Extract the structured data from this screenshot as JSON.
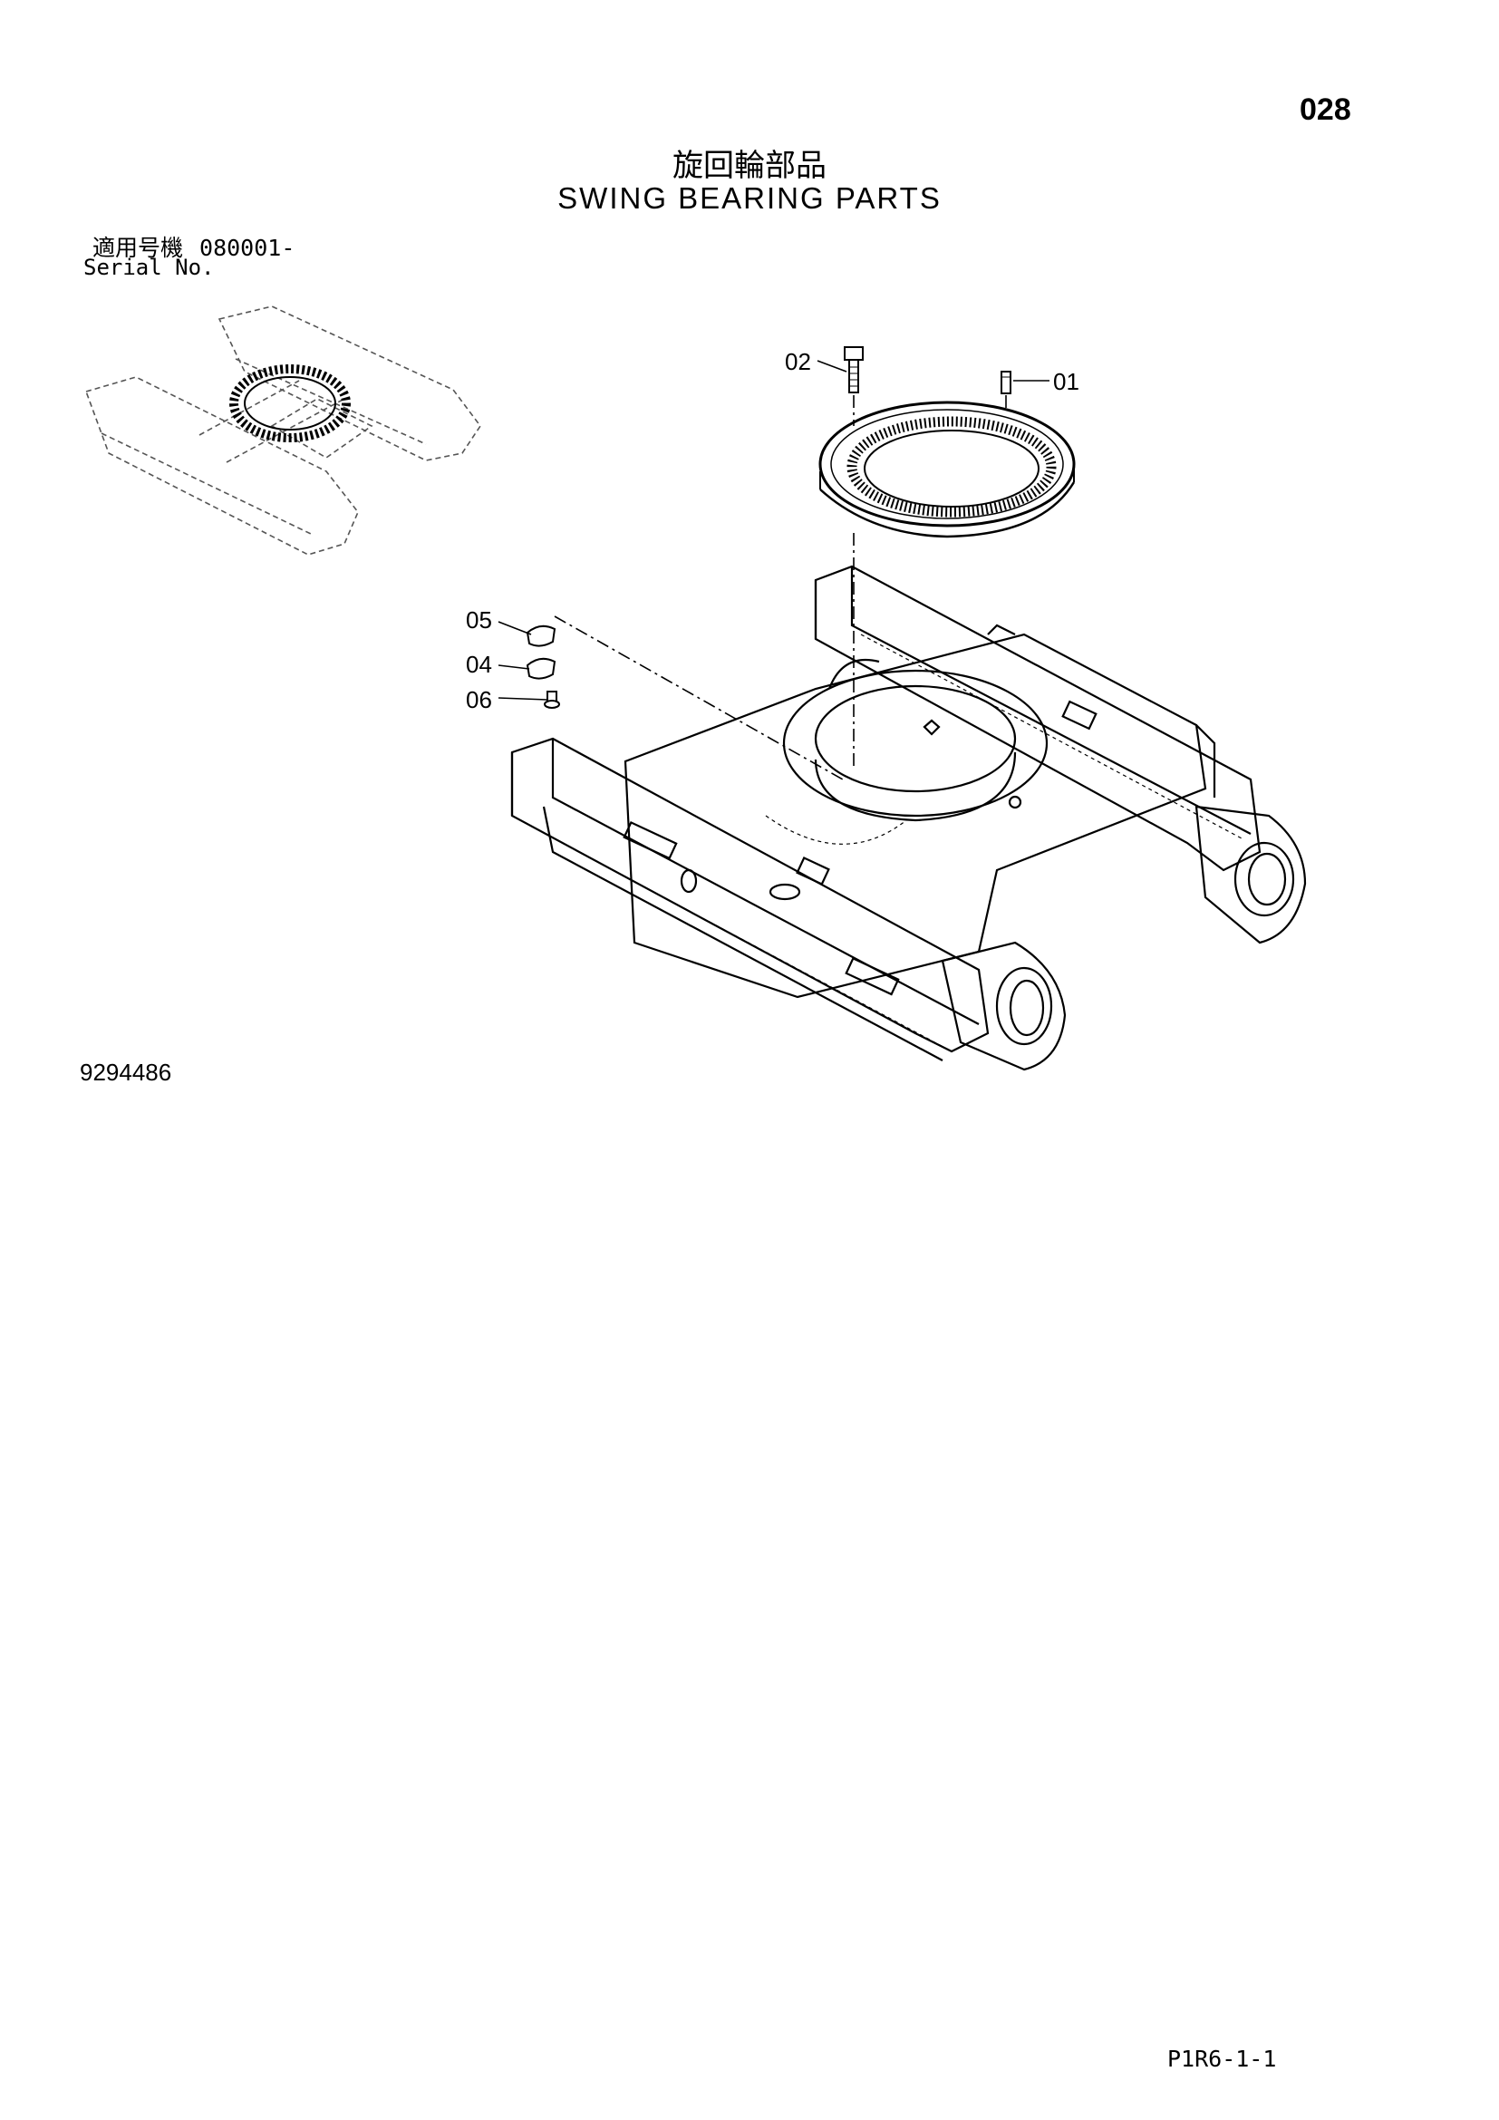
{
  "page_number": "028",
  "title_jp": "旋回輪部品",
  "title_en": "SWING BEARING PARTS",
  "serial": {
    "label_jp": "適用号機",
    "value": "080001-",
    "label_en": "Serial No."
  },
  "callouts": [
    "01",
    "02",
    "04",
    "05",
    "06"
  ],
  "drawing_number": "9294486",
  "footer_code": "P1R6-1-1"
}
